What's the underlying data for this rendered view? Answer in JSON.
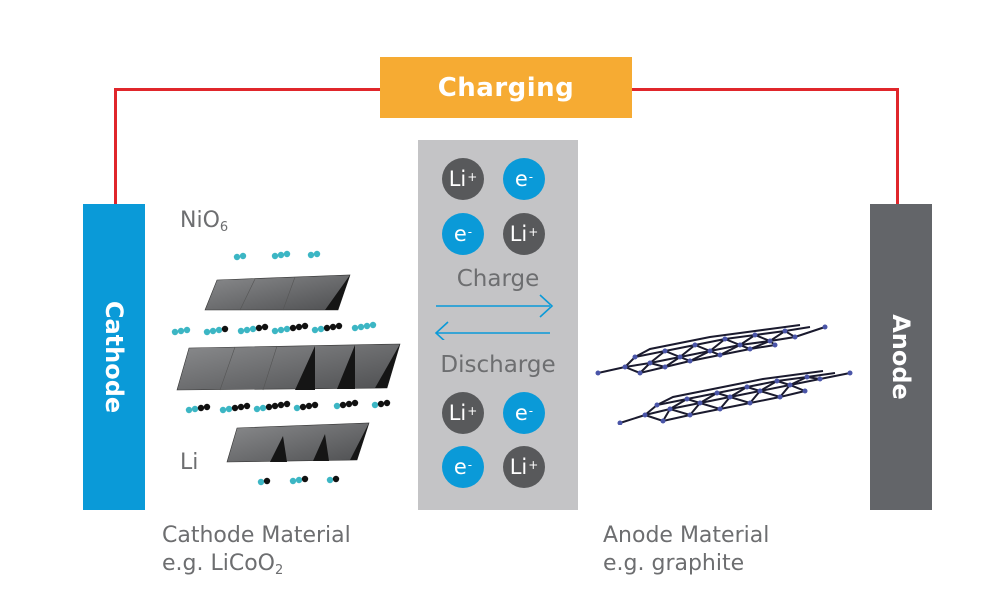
{
  "circuit": {
    "mode_label": "Charging",
    "wire_color": "#e0262b",
    "mode_color": "#f6ab33"
  },
  "electrodes": {
    "cathode": {
      "label": "Cathode",
      "color": "#0a9ad8"
    },
    "anode": {
      "label": "Anode",
      "color": "#636569"
    }
  },
  "electrolyte_panel": {
    "top_ions": [
      {
        "symbol": "Li",
        "charge": "+",
        "type": "lithium-ion"
      },
      {
        "symbol": "e",
        "charge": "-",
        "type": "electron"
      },
      {
        "symbol": "e",
        "charge": "-",
        "type": "electron"
      },
      {
        "symbol": "Li",
        "charge": "+",
        "type": "lithium-ion"
      }
    ],
    "charge_label": "Charge",
    "discharge_label": "Discharge",
    "bottom_ions": [
      {
        "symbol": "Li",
        "charge": "+",
        "type": "lithium-ion"
      },
      {
        "symbol": "e",
        "charge": "-",
        "type": "electron"
      },
      {
        "symbol": "e",
        "charge": "-",
        "type": "electron"
      },
      {
        "symbol": "Li",
        "charge": "+",
        "type": "lithium-ion"
      }
    ],
    "arrow_color": "#0a9ad8"
  },
  "cathode_structure": {
    "top_label": "NiO",
    "top_label_subscript": "6",
    "bottom_label": "Li"
  },
  "captions": {
    "cathode": {
      "line1": "Cathode Material",
      "line2_prefix": "e.g. LiCoO",
      "line2_subscript": "2"
    },
    "anode": {
      "line1": "Anode Material",
      "line2": "e.g. graphite"
    }
  }
}
